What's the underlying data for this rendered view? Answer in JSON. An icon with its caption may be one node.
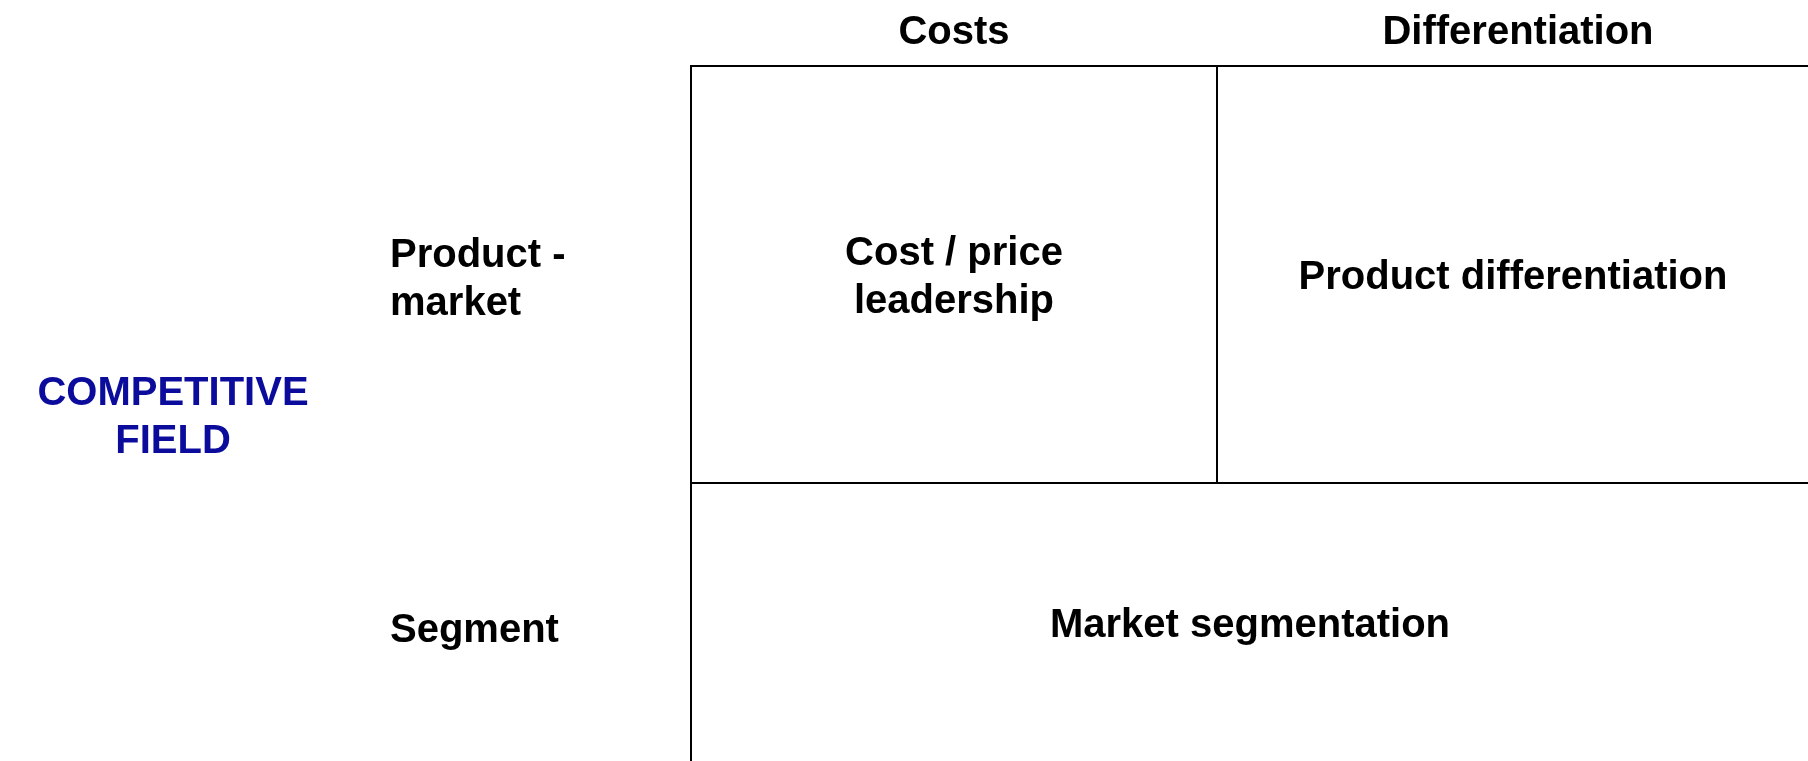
{
  "diagram": {
    "nodes": [
      {
        "text": [
          "Cost / price leadership"
        ]
      },
      {
        "text": [
          "Product differentiation"
        ]
      },
      {
        "text": [
          "Market segmentation"
        ]
      }
    ],
    "labels": [
      "Costs",
      "Differentiation",
      "Product - market",
      "COMPETITIVE FIELD",
      "Segment"
    ]
  }
}
